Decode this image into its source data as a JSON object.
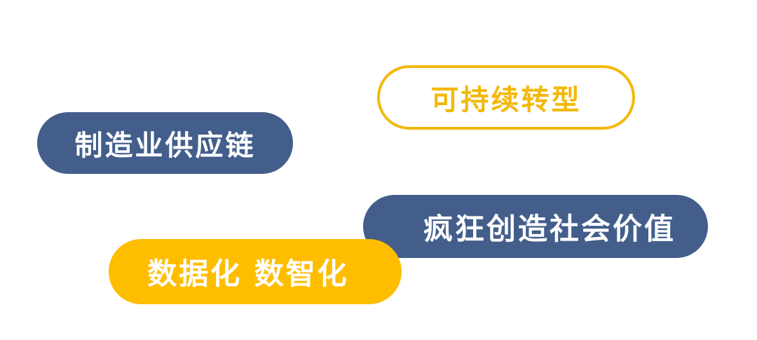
{
  "tags": {
    "sustainable": "可持续转型",
    "supply_chain": "制造业供应链",
    "social_value": "疯狂创造社会价值",
    "digital": "数据化 数智化"
  },
  "colors": {
    "navy": "#435e8b",
    "gold": "#ffbd00",
    "gold_outline": "#f2b90b",
    "background": "#ffffff"
  }
}
